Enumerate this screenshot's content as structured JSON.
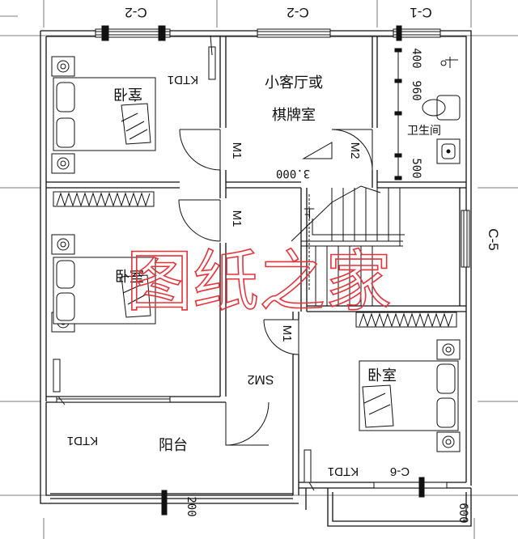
{
  "rooms": {
    "bedroom_nw": "卧室",
    "bedroom_w": "卧室",
    "bedroom_se": "卧室",
    "living_line1": "小客厅或",
    "living_line2": "棋牌室",
    "bathroom": "卫生间",
    "balcony": "阳台"
  },
  "windows": {
    "c2_left": "C-2",
    "c2_center": "C-2",
    "c1": "C-1",
    "c5": "C-5",
    "c6": "C-6"
  },
  "doors": {
    "m1_top": "M1",
    "m1_mid": "M1",
    "m1_low": "M1",
    "m2": "M2",
    "sm2": "SM2"
  },
  "fixtures": {
    "ktd1_nw": "KTD1",
    "ktd1_balcony": "KTD1",
    "ktd1_se": "KTD1",
    "stair_up": "上"
  },
  "dimensions": {
    "elevation": "3.000",
    "d400": "400",
    "d960": "960",
    "d500": "500",
    "d200": "200",
    "d600": "600"
  },
  "watermark": "图纸之家"
}
